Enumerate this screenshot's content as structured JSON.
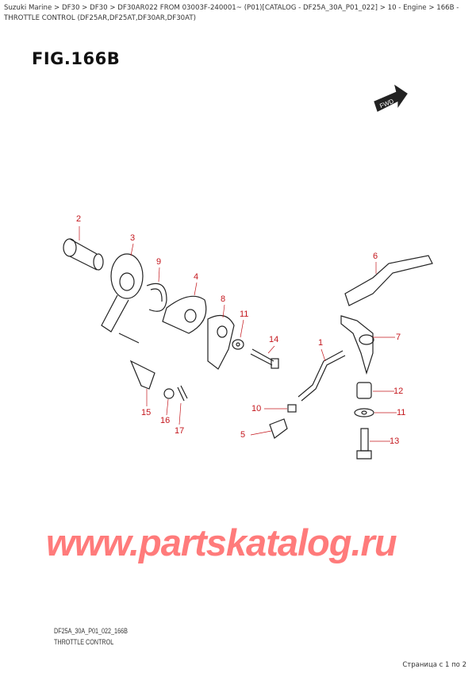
{
  "breadcrumb": "Suzuki Marine > DF30 > DF30 > DF30AR022 FROM 03003F-240001~ (P01)[CATALOG - DF25A_30A_P01_022] > 10 - Engine > 166B - THROTTLE CONTROL (DF25AR,DF25AT,DF30AR,DF30AT)",
  "figure_label": "FIG.166B",
  "fwd_label": "FWD",
  "callouts": [
    "2",
    "3",
    "9",
    "4",
    "8",
    "11",
    "14",
    "1",
    "6",
    "7",
    "12",
    "11",
    "13",
    "10",
    "5",
    "15",
    "16",
    "17"
  ],
  "watermark": "www.partskatalog.ru",
  "diagram_code": "DF25A_30A_P01_022_166B",
  "diagram_title": "THROTTLE CONTROL",
  "pager": "Страница с 1 по 2",
  "colors": {
    "callout": "#c4161c",
    "watermark": "#ff7b7b"
  }
}
